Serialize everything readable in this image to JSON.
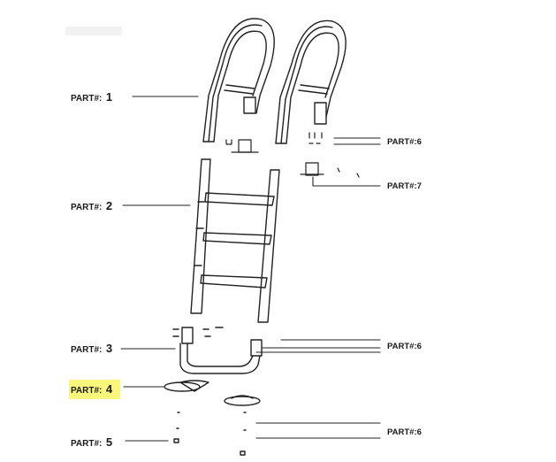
{
  "left_labels": [
    {
      "prefix": "PART#:",
      "number": "1"
    },
    {
      "prefix": "PART#:",
      "number": "2"
    },
    {
      "prefix": "PART#:",
      "number": "3"
    },
    {
      "prefix": "PART#:",
      "number": "4"
    },
    {
      "prefix": "PART#:",
      "number": "5"
    }
  ],
  "right_labels": [
    "PART#:6",
    "PART#:7",
    "PART#:6",
    "PART#:6"
  ],
  "highlight": {
    "color": "#fbf67c",
    "part": "4"
  }
}
